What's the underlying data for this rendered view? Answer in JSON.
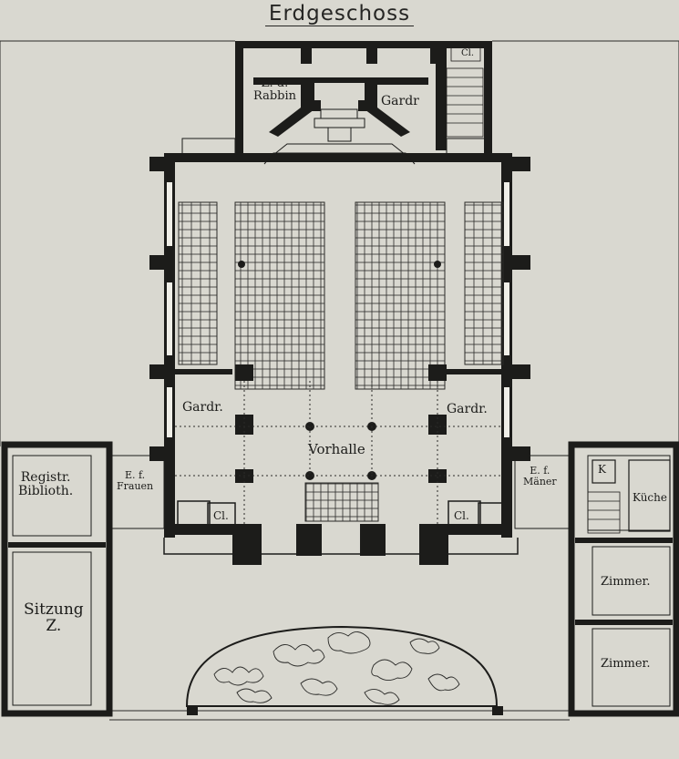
{
  "title": "Erdgeschoss",
  "rooms": {
    "rabbin": "Z. d.\nRabbin",
    "gardr_top": "Gardr",
    "gardr_left": "Gardr.",
    "gardr_right": "Gardr.",
    "vorhalle": "Vorhalle",
    "registr": "Registr.\nBiblioth.",
    "ef_frauen": "E. f.\nFrauen",
    "ef_maner": "E. f.\nMäner",
    "cl_left": "Cl.",
    "cl_right": "Cl.",
    "kuche": "Küche",
    "k": "K",
    "cl_top": "Cl.",
    "zimmer1": "Zimmer.",
    "zimmer2": "Zimmer.",
    "sitzung": "Sitzung\nZ."
  },
  "colors": {
    "paper": "#d9d8d0",
    "ink": "#1c1c1a"
  }
}
